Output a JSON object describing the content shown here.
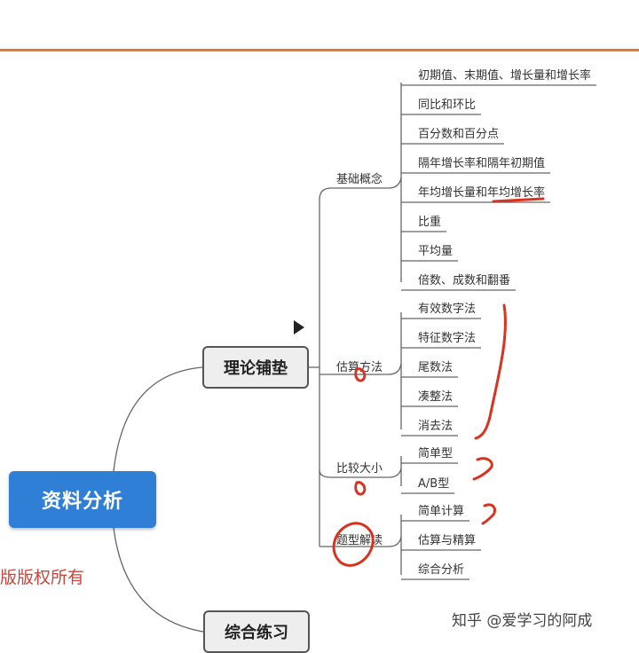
{
  "root": {
    "label": "资料分析"
  },
  "branches": [
    {
      "label": "理论铺垫",
      "groups": [
        {
          "label": "基础概念",
          "items": [
            "初期值、末期值、增长量和增长率",
            "同比和环比",
            "百分数和百分点",
            "隔年增长率和隔年初期值",
            "年均增长量和年均增长率",
            "比重",
            "平均量",
            "倍数、成数和翻番"
          ]
        },
        {
          "label": "估算方法",
          "items": [
            "有效数字法",
            "特征数字法",
            "尾数法",
            "凑整法",
            "消去法"
          ]
        },
        {
          "label": "比较大小",
          "items": [
            "简单型",
            "A/B型"
          ]
        },
        {
          "label": "题型解读",
          "items": [
            "简单计算",
            "估算与精算",
            "综合分析"
          ]
        }
      ]
    },
    {
      "label": "综合练习"
    }
  ],
  "overlay": {
    "copyright_fragment": "版版权所有",
    "watermark": "知乎 @爱学习的阿成"
  },
  "colors": {
    "root_fill": "#2f7fd6",
    "accent_rule": "#e07a2e",
    "ink": "#d9331f",
    "copyright": "#c9463d"
  },
  "icons": [
    "play-icon"
  ]
}
